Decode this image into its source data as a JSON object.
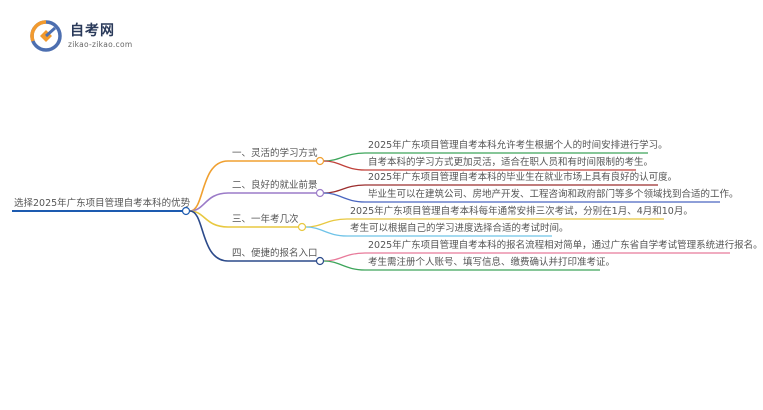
{
  "logo": {
    "title": "自考网",
    "subtitle": "zikao-zikao.com",
    "colors": {
      "orange": "#f29a2e",
      "blue": "#4d6fb0",
      "navy": "#2a3a5a"
    }
  },
  "mindmap": {
    "root": "选择2025年广东项目管理自考本科的优势",
    "branches": [
      {
        "label": "一、灵活的学习方式",
        "color": "#f0a030",
        "leaves": [
          {
            "text": "2025年广东项目管理自考本科允许考生根据个人的时间安排进行学习。",
            "color": "#3da55a"
          },
          {
            "text": "自考本科的学习方式更加灵活，适合在职人员和有时间限制的考生。",
            "color": "#c0413a"
          }
        ]
      },
      {
        "label": "二、良好的就业前景",
        "color": "#9b7bc8",
        "leaves": [
          {
            "text": "2025年广东项目管理自考本科的毕业生在就业市场上具有良好的认可度。",
            "color": "#9b2d2d"
          },
          {
            "text": "毕业生可以在建筑公司、房地产开发、工程咨询和政府部门等多个领域找到合适的工作。",
            "color": "#4a66c0"
          }
        ]
      },
      {
        "label": "三、一年考几次",
        "color": "#e8c840",
        "leaves": [
          {
            "text": "2025年广东项目管理自考本科每年通常安排三次考试，分别在1月、4月和10月。",
            "color": "#e8c840"
          },
          {
            "text": "考生可以根据自己的学习进度选择合适的考试时间。",
            "color": "#6fc3e8"
          }
        ]
      },
      {
        "label": "四、便捷的报名入口",
        "color": "#2c4a8a",
        "leaves": [
          {
            "text": "2025年广东项目管理自考本科的报名流程相对简单，通过广东省自学考试管理系统进行报名。",
            "color": "#e87a9a"
          },
          {
            "text": "考生需注册个人账号、填写信息、缴费确认并打印准考证。",
            "color": "#3da55a"
          }
        ]
      }
    ],
    "root_color": "#1d5bb0"
  }
}
